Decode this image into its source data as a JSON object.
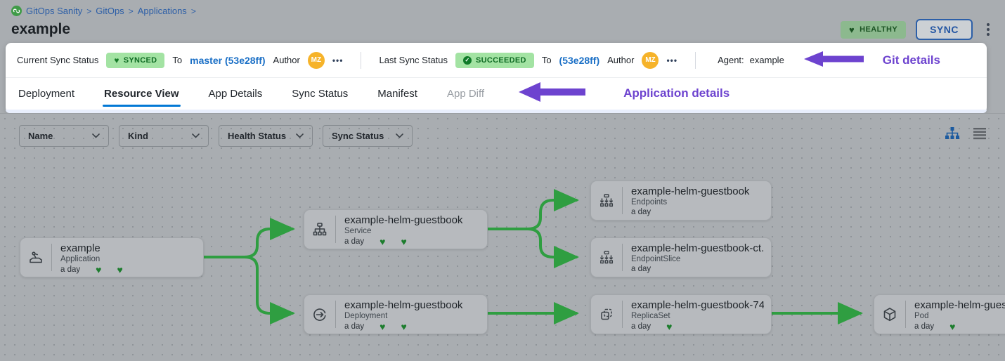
{
  "breadcrumb": {
    "project": "GitOps Sanity",
    "module": "GitOps",
    "section": "Applications",
    "separator": ">"
  },
  "header": {
    "title": "example",
    "health_badge": "HEALTHY",
    "sync_button": "SYNC"
  },
  "status_bar": {
    "current_label": "Current Sync Status",
    "current_badge": "SYNCED",
    "current_to": "To",
    "current_commit": "master (53e28ff)",
    "current_author_label": "Author",
    "current_author": "MZ",
    "last_label": "Last Sync Status",
    "last_badge": "SUCCEEDED",
    "last_to": "To",
    "last_commit": "(53e28ff)",
    "last_author_label": "Author",
    "last_author": "MZ",
    "more": "•••",
    "agent_label": "Agent:",
    "agent_value": "example",
    "annotation": "Git details"
  },
  "tabs": {
    "items": [
      {
        "label": "Deployment",
        "state": "normal"
      },
      {
        "label": "Resource View",
        "state": "active"
      },
      {
        "label": "App Details",
        "state": "normal"
      },
      {
        "label": "Sync Status",
        "state": "normal"
      },
      {
        "label": "Manifest",
        "state": "normal"
      },
      {
        "label": "App Diff",
        "state": "disabled"
      }
    ],
    "annotation": "Application details"
  },
  "filters": [
    "Name",
    "Kind",
    "Health Status",
    "Sync Status"
  ],
  "graph": {
    "nodes": [
      {
        "name": "example",
        "kind": "Application",
        "age": "a day",
        "hearts": 2
      },
      {
        "name": "example-helm-guestbook",
        "kind": "Service",
        "age": "a day",
        "hearts": 2
      },
      {
        "name": "example-helm-guestbook",
        "kind": "Deployment",
        "age": "a day",
        "hearts": 2
      },
      {
        "name": "example-helm-guestbook",
        "kind": "Endpoints",
        "age": "a day",
        "hearts": 0
      },
      {
        "name": "example-helm-guestbook-ct...",
        "kind": "EndpointSlice",
        "age": "a day",
        "hearts": 0
      },
      {
        "name": "example-helm-guestbook-74...",
        "kind": "ReplicaSet",
        "age": "a day",
        "hearts": 1
      },
      {
        "name": "example-helm-guest",
        "kind": "Pod",
        "age": "a day",
        "hearts": 1
      }
    ]
  },
  "colors": {
    "accent_blue": "#0278d5",
    "commit_blue": "#1a6fc6",
    "annotation_purple": "#6d43cf",
    "edge_green": "#2f9e41",
    "badge_green_bg": "#a3e3a3",
    "badge_green_text": "#0f6b24",
    "avatar_orange": "#f6b32a",
    "canvas_gray": "#a9adb1"
  }
}
